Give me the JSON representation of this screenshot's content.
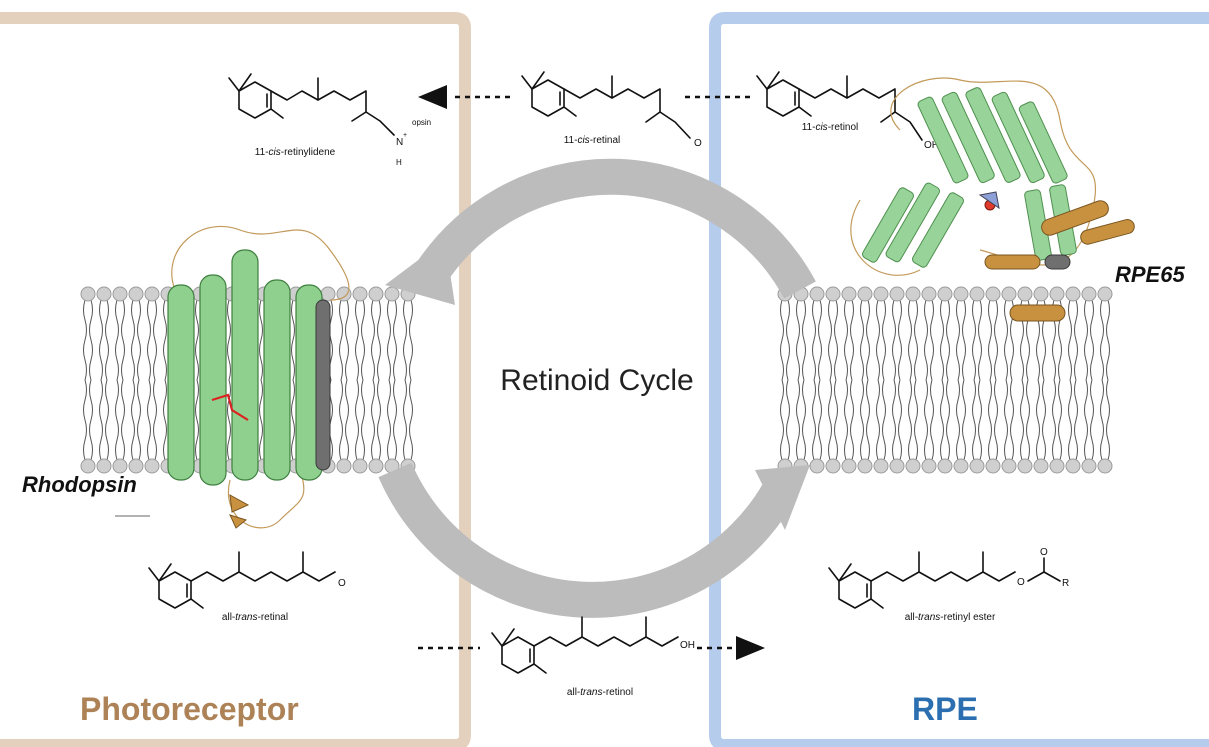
{
  "title": "Retinoid Cycle",
  "compartments": {
    "left": "Photoreceptor",
    "right": "RPE"
  },
  "proteins": {
    "rhodopsin": "Rhodopsin",
    "rpe65": "RPE65"
  },
  "molecules": {
    "retinylidene": {
      "label_pre": "11-",
      "label_italic": "cis",
      "label_post": "-retinylidene",
      "atom_n": "N",
      "atom_h": "H",
      "opsin": "opsin",
      "charge": "+"
    },
    "cis_retinal": {
      "label_pre": "11-",
      "label_italic": "cis",
      "label_post": "-retinal",
      "atom_o": "O"
    },
    "cis_retinol": {
      "label_pre": "11-",
      "label_italic": "cis",
      "label_post": "-retinol",
      "atom_oh": "OH"
    },
    "trans_retinal": {
      "label_pre": "all-",
      "label_italic": "trans",
      "label_post": "-retinal",
      "atom_o": "O"
    },
    "trans_retinol": {
      "label_pre": "all-",
      "label_italic": "trans",
      "label_post": "-retinol",
      "atom_oh": "OH"
    },
    "retinyl_ester": {
      "label_pre": "all-",
      "label_italic": "trans",
      "label_post": "-retinyl ester",
      "atom_o1": "O",
      "atom_o2": "O",
      "atom_r": "R"
    }
  },
  "colors": {
    "photoreceptor": "#ad8257",
    "photoreceptor_panel": "#e3d1bd",
    "rpe": "#2c6fb0",
    "rpe_panel": "#b6ccec",
    "cycle_arrow": "#bcbcbc"
  }
}
